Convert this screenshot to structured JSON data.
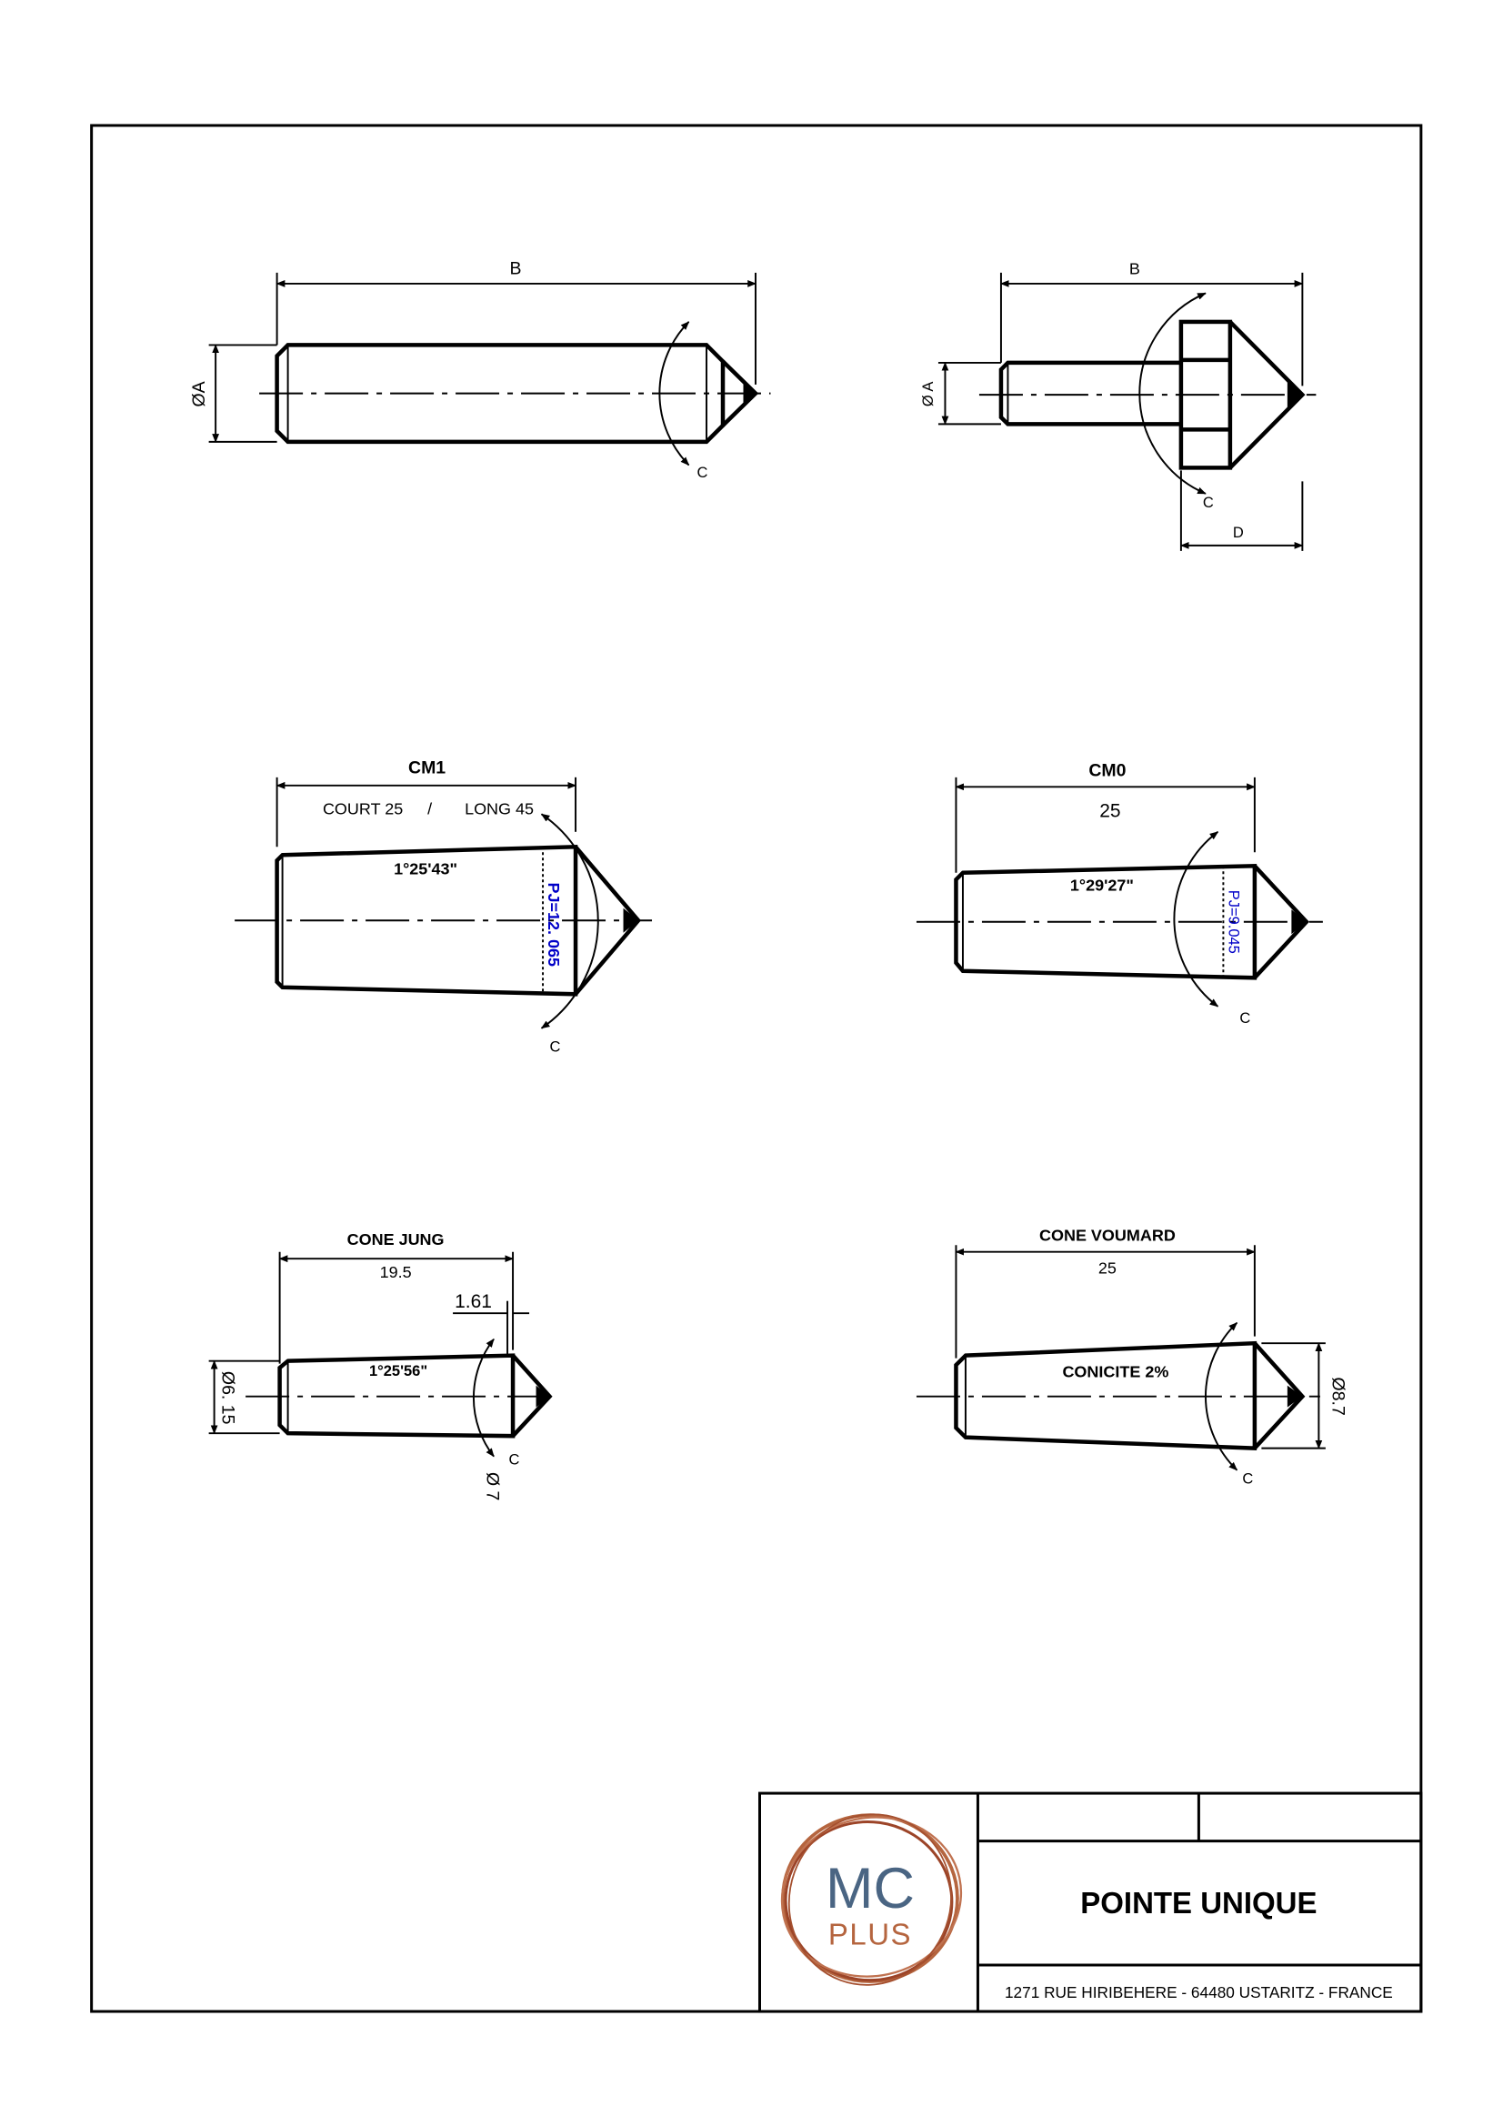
{
  "views": {
    "pin": {
      "dim_length": "B",
      "dim_diameter": "ØA",
      "dim_angle": "C"
    },
    "stepped_pin": {
      "dim_length": "B",
      "dim_diameter": "Ø A",
      "dim_angle": "C",
      "dim_head": "D"
    },
    "cm1": {
      "title": "CM1",
      "length_court": "COURT 25",
      "separator": "/",
      "length_long": "LONG 45",
      "taper_angle": "1°25'43\"",
      "gauge_diameter": "PJ=12. 065",
      "dim_angle": "C"
    },
    "cm0": {
      "title": "CM0",
      "length": "25",
      "taper_angle": "1°29'27\"",
      "gauge_diameter": "PJ=9.045",
      "dim_angle": "C"
    },
    "cone_jung": {
      "title": "CONE JUNG",
      "length": "19.5",
      "offset": "1.61",
      "taper_angle": "1°25'56\"",
      "dia_small": "Ø6. 15",
      "dia_large": "Ø 7",
      "dim_angle": "C"
    },
    "cone_voumard": {
      "title": "CONE VOUMARD",
      "length": "25",
      "taper": "CONICITE 2%",
      "dia_large": "Ø8.7",
      "dim_angle": "C"
    }
  },
  "title_block": {
    "logo_line1": "MC",
    "logo_line2": "PLUS",
    "drawing_title": "POINTE UNIQUE",
    "address": "1271 RUE HIRIBEHERE - 64480 USTARITZ - FRANCE"
  },
  "colors": {
    "line": "#000000",
    "annotation_blue": "#0000c8",
    "logo_blue": "#4a6583",
    "logo_copper": "#b5653f",
    "logo_ring": "#9c4428"
  }
}
